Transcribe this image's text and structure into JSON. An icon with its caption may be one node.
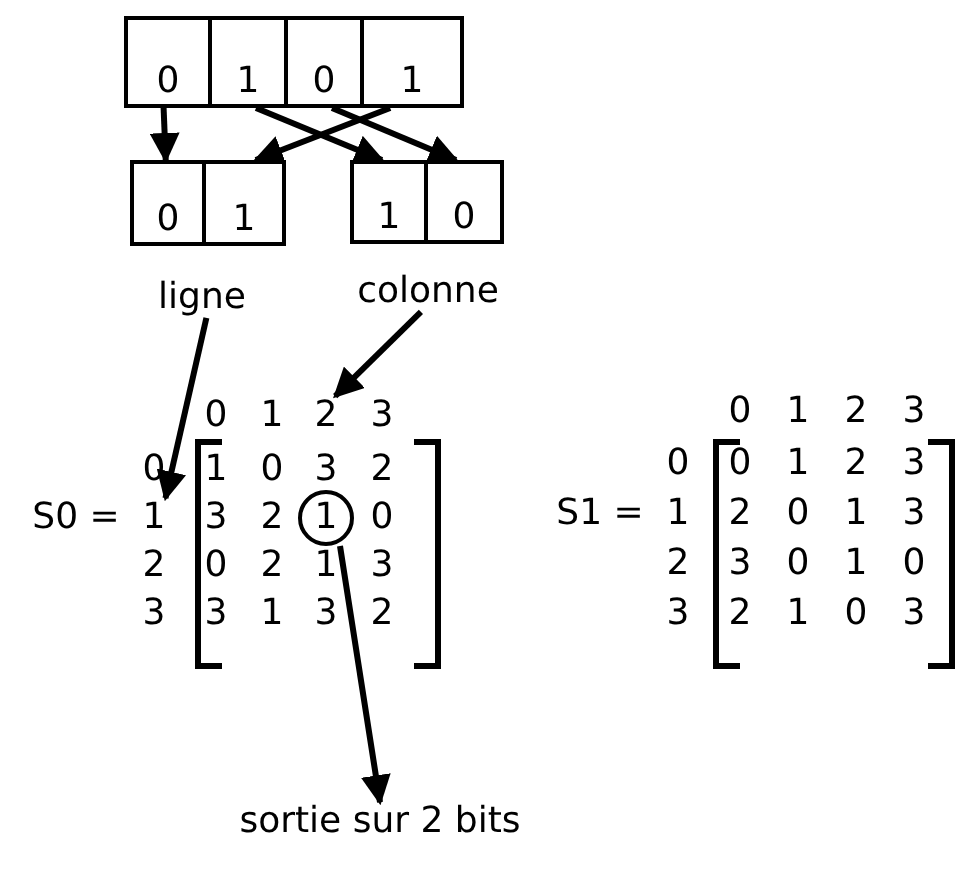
{
  "diagram": {
    "nodes": [
      {
        "text": [
          "0"
        ]
      },
      {
        "text": [
          "1"
        ]
      },
      {
        "text": [
          "0"
        ]
      },
      {
        "text": [
          "1"
        ]
      },
      {
        "text": [
          "0"
        ]
      },
      {
        "text": [
          "1"
        ]
      },
      {
        "text": [
          "1"
        ]
      },
      {
        "text": [
          "0"
        ]
      },
      {
        "text": [
          "ligne"
        ]
      },
      {
        "text": [
          "colonne"
        ]
      },
      {
        "text": [
          "1"
        ]
      },
      {
        "text": [
          "sortie sur 2 bits"
        ]
      },
      {
        "text": [
          "2"
        ]
      },
      {
        "text": [
          "1"
        ]
      }
    ],
    "edges": [
      {
        "from": 0,
        "to": 4,
        "arrow": "to"
      },
      {
        "from": 1,
        "to": 6,
        "arrow": "to"
      },
      {
        "from": 2,
        "to": 7,
        "arrow": "to"
      },
      {
        "from": 3,
        "to": 5,
        "arrow": "to"
      },
      {
        "from": 8,
        "to": 13,
        "arrow": "to"
      },
      {
        "from": 9,
        "to": 12,
        "arrow": "to"
      },
      {
        "from": 10,
        "to": 11,
        "arrow": "to"
      }
    ],
    "labels": [
      "0",
      "1",
      "3",
      "0",
      "1",
      "0",
      "3",
      "2",
      "S0 =",
      "3",
      "2",
      "0",
      "2",
      "0",
      "2",
      "1",
      "3",
      "3",
      "3",
      "1",
      "3",
      "2",
      "0",
      "1",
      "2",
      "3",
      "0",
      "0",
      "1",
      "2",
      "3",
      "S1 =",
      "1",
      "2",
      "0",
      "1",
      "3",
      "2",
      "3",
      "0",
      "1",
      "0",
      "3",
      "2",
      "1",
      "0",
      "3"
    ]
  }
}
